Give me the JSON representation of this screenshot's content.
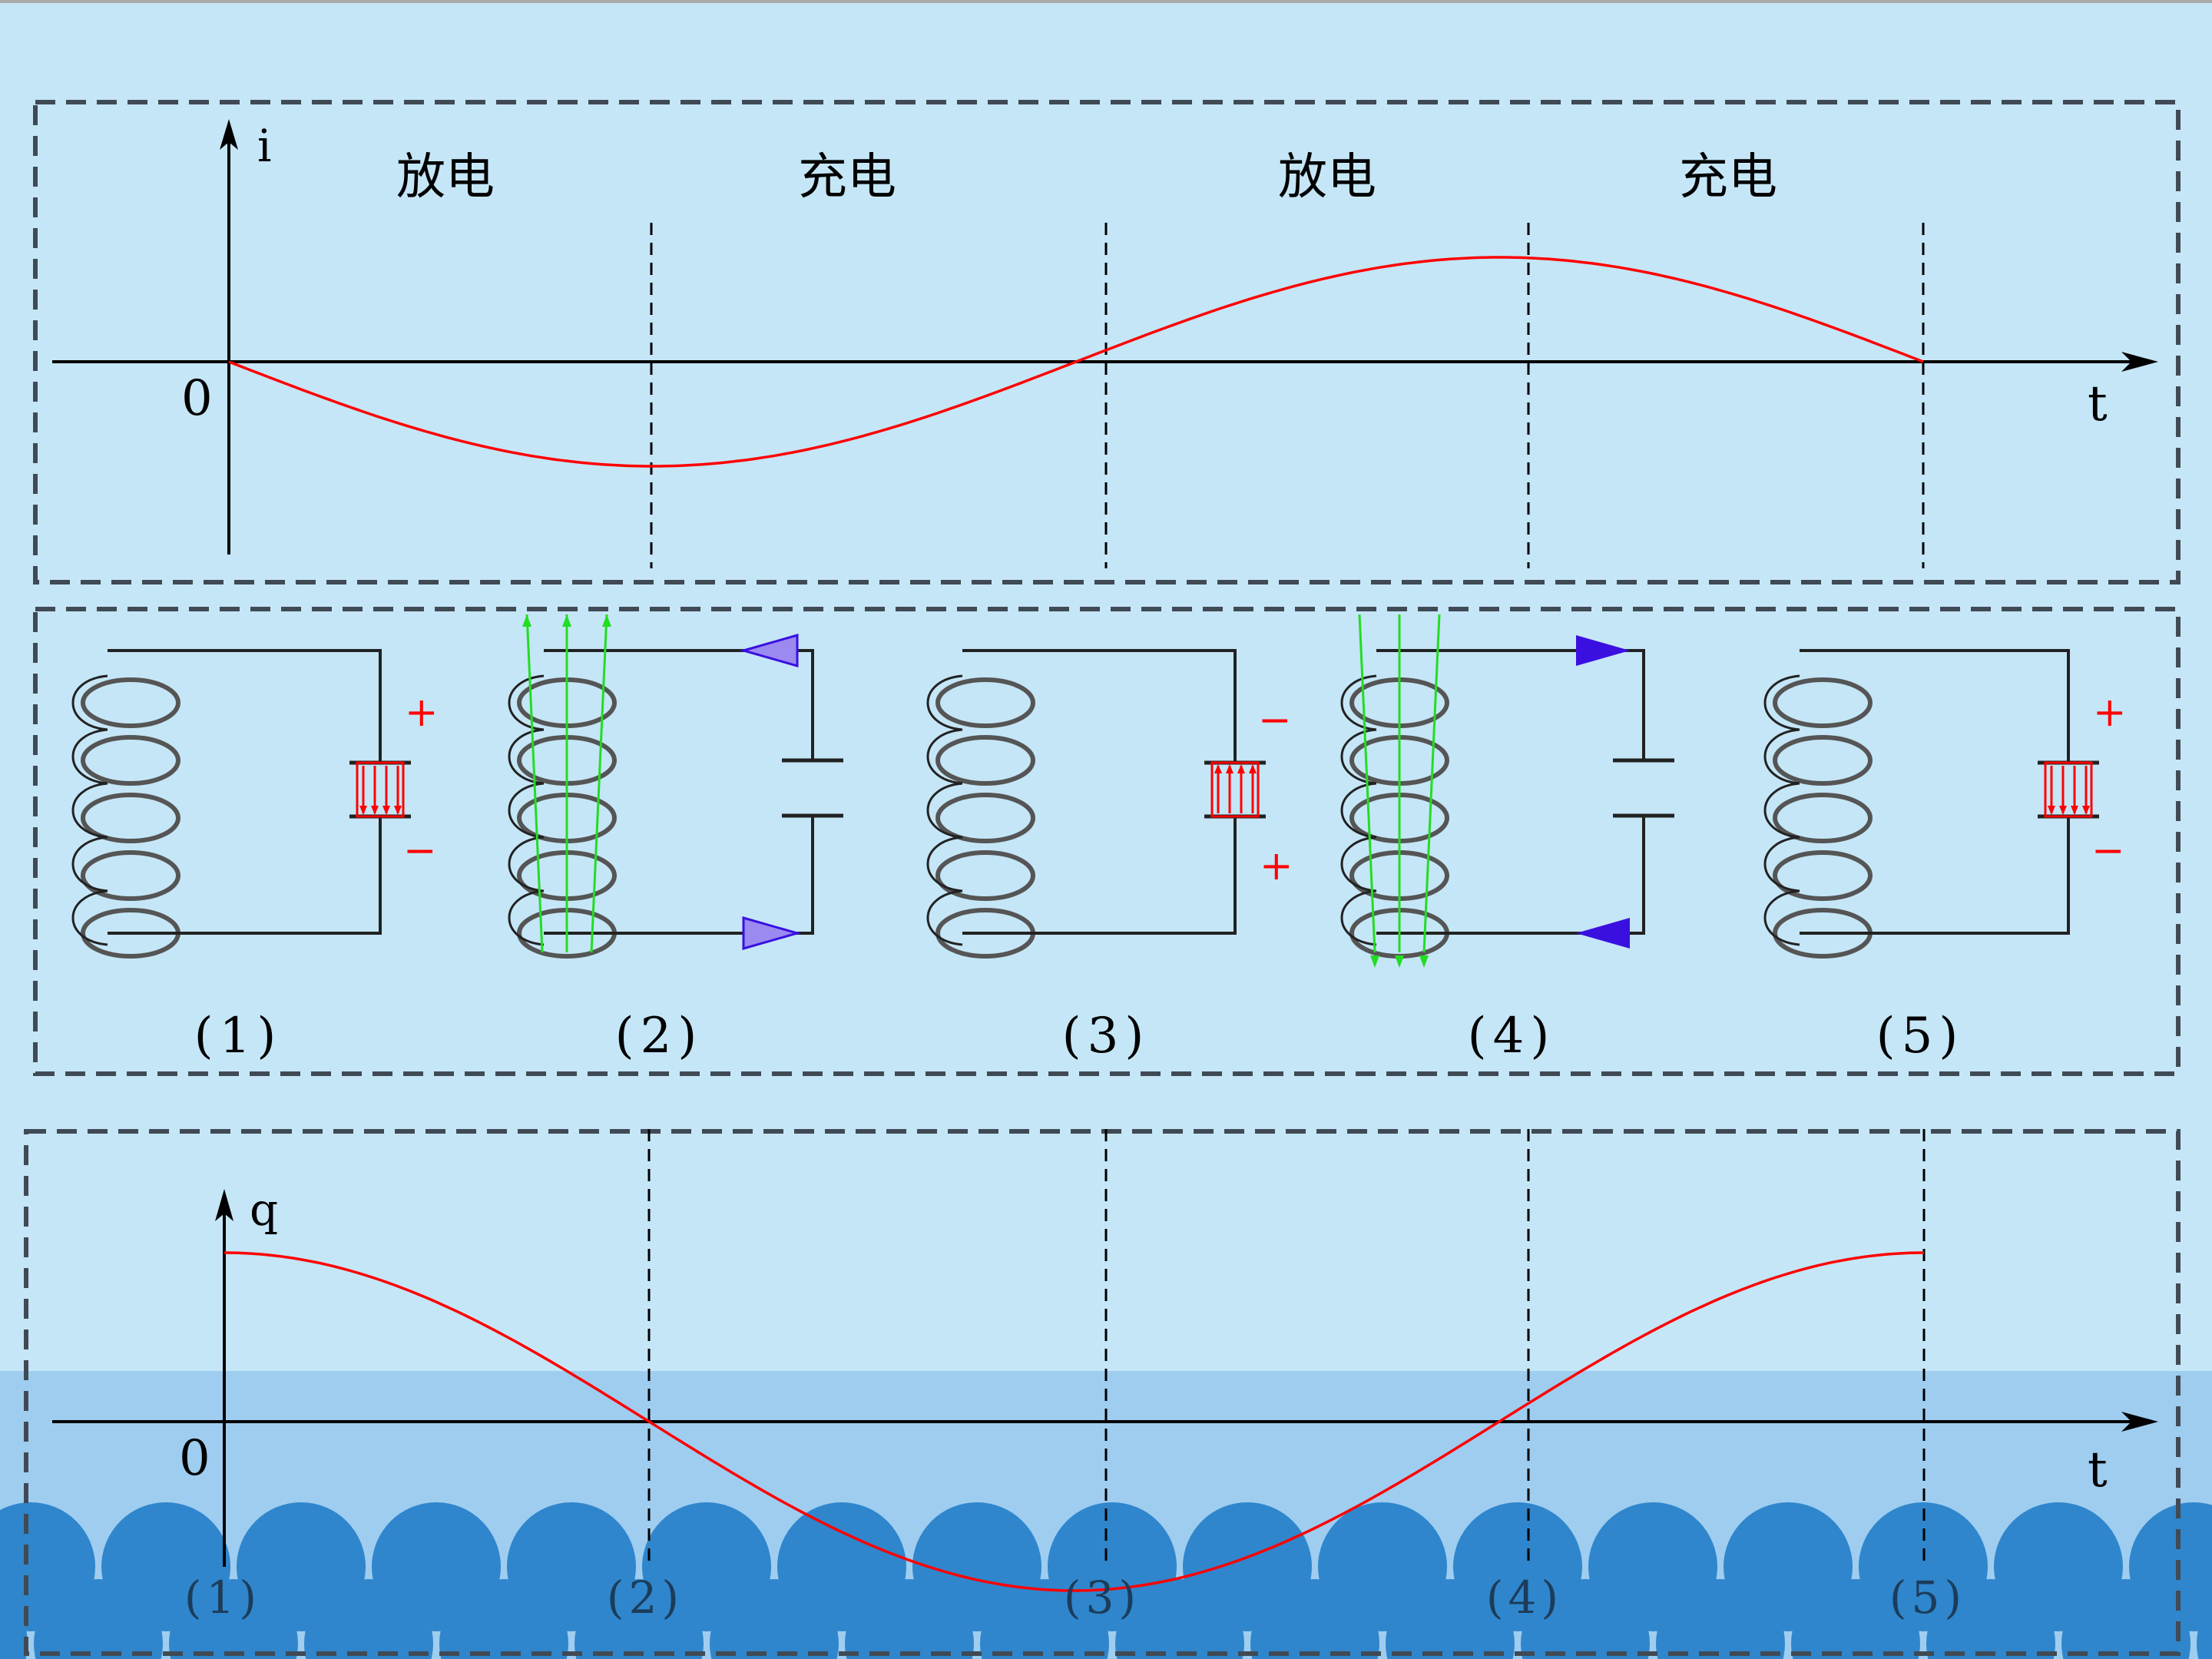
{
  "current_chart": {
    "axis_y_label": "i",
    "axis_x_label": "t",
    "origin_label": "0",
    "phase_labels": [
      "放电",
      "充电",
      "放电",
      "充电"
    ],
    "curve_color": "#ff0000"
  },
  "circuits": {
    "labels": [
      "(1)",
      "(2)",
      "(3)",
      "(4)",
      "(5)"
    ],
    "plus_sign": "+",
    "minus_sign": "−",
    "field_color": "#22dd22",
    "arrow_color": "#3a10e0",
    "charge_color": "#ff0000"
  },
  "charge_chart": {
    "axis_y_label": "q",
    "axis_x_label": "t",
    "origin_label": "0",
    "instant_labels": [
      "(1)",
      "(2)",
      "(3)",
      "(4)",
      "(5)"
    ],
    "curve_color": "#ff0000"
  },
  "colors": {
    "background": "#c5e6f7",
    "wave_band": "#9fcdf0",
    "wave_fill": "#2f86cc",
    "frame": "#404a55"
  }
}
